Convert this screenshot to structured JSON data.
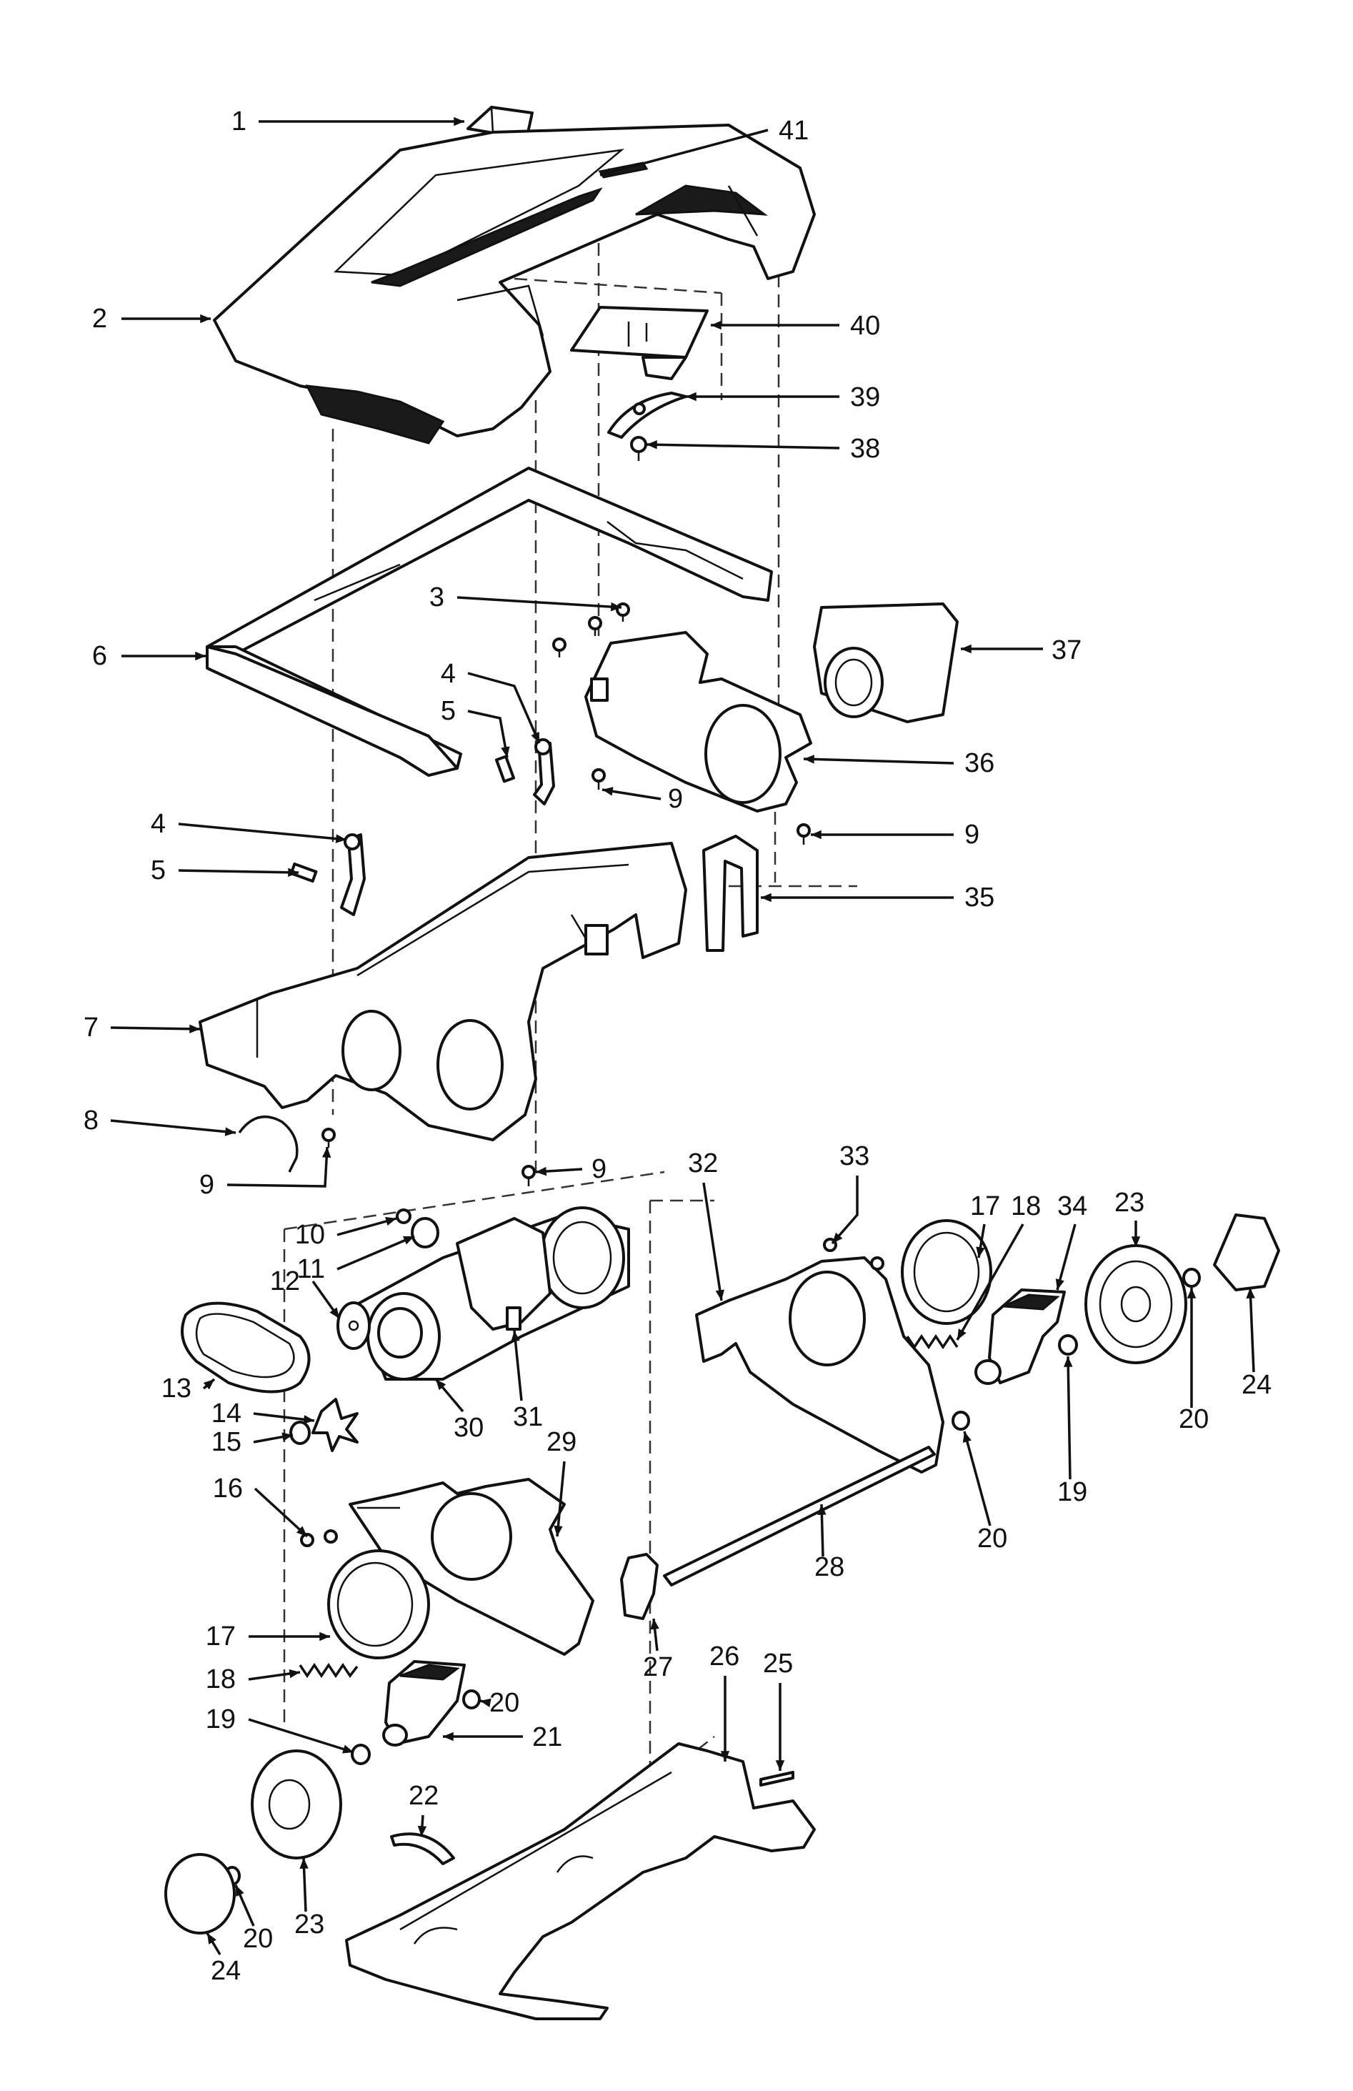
{
  "diagram": {
    "callouts": [
      {
        "id": "c1",
        "label": "1"
      },
      {
        "id": "c41",
        "label": "41"
      },
      {
        "id": "c2",
        "label": "2"
      },
      {
        "id": "c40",
        "label": "40"
      },
      {
        "id": "c39",
        "label": "39"
      },
      {
        "id": "c38",
        "label": "38"
      },
      {
        "id": "c3",
        "label": "3"
      },
      {
        "id": "c6",
        "label": "6"
      },
      {
        "id": "c37",
        "label": "37"
      },
      {
        "id": "c4a",
        "label": "4"
      },
      {
        "id": "c5a",
        "label": "5"
      },
      {
        "id": "c36",
        "label": "36"
      },
      {
        "id": "c9a",
        "label": "9"
      },
      {
        "id": "c9b",
        "label": "9"
      },
      {
        "id": "c4b",
        "label": "4"
      },
      {
        "id": "c5b",
        "label": "5"
      },
      {
        "id": "c35",
        "label": "35"
      },
      {
        "id": "c7",
        "label": "7"
      },
      {
        "id": "c8",
        "label": "8"
      },
      {
        "id": "c9c",
        "label": "9"
      },
      {
        "id": "c9d",
        "label": "9"
      },
      {
        "id": "c32",
        "label": "32"
      },
      {
        "id": "c33",
        "label": "33"
      },
      {
        "id": "c10",
        "label": "10"
      },
      {
        "id": "c11",
        "label": "11"
      },
      {
        "id": "c17a",
        "label": "17"
      },
      {
        "id": "c18a",
        "label": "18"
      },
      {
        "id": "c34",
        "label": "34"
      },
      {
        "id": "c23a",
        "label": "23"
      },
      {
        "id": "c12",
        "label": "12"
      },
      {
        "id": "c24a",
        "label": "24"
      },
      {
        "id": "c13",
        "label": "13"
      },
      {
        "id": "c20a",
        "label": "20"
      },
      {
        "id": "c14",
        "label": "14"
      },
      {
        "id": "c30",
        "label": "30"
      },
      {
        "id": "c31",
        "label": "31"
      },
      {
        "id": "c15",
        "label": "15"
      },
      {
        "id": "c29",
        "label": "29"
      },
      {
        "id": "c19a",
        "label": "19"
      },
      {
        "id": "c16",
        "label": "16"
      },
      {
        "id": "c20b",
        "label": "20"
      },
      {
        "id": "c28",
        "label": "28"
      },
      {
        "id": "c17b",
        "label": "17"
      },
      {
        "id": "c27",
        "label": "27"
      },
      {
        "id": "c18b",
        "label": "18"
      },
      {
        "id": "c20c",
        "label": "20"
      },
      {
        "id": "c25",
        "label": "25"
      },
      {
        "id": "c26",
        "label": "26"
      },
      {
        "id": "c19b",
        "label": "19"
      },
      {
        "id": "c21",
        "label": "21"
      },
      {
        "id": "c22",
        "label": "22"
      },
      {
        "id": "c24b",
        "label": "24"
      },
      {
        "id": "c20d",
        "label": "20"
      },
      {
        "id": "c23b",
        "label": "23"
      }
    ]
  }
}
